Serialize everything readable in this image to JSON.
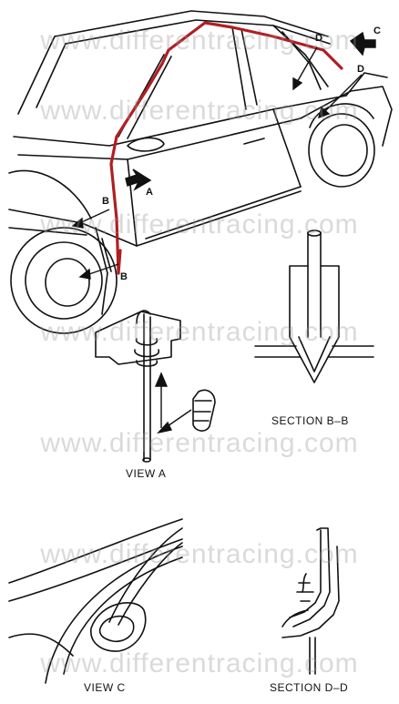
{
  "watermark": "www.differentracing.com",
  "callouts": {
    "A": "A",
    "B_top": "B",
    "B_bottom": "B",
    "C": "C",
    "D_top": "D",
    "D_bottom": "D"
  },
  "captions": {
    "section_bb": "SECTION B–B",
    "view_a": "VIEW A",
    "view_c": "VIEW C",
    "section_dd": "SECTION D–D"
  },
  "colors": {
    "harness": "#b01e23",
    "line": "#111111"
  }
}
